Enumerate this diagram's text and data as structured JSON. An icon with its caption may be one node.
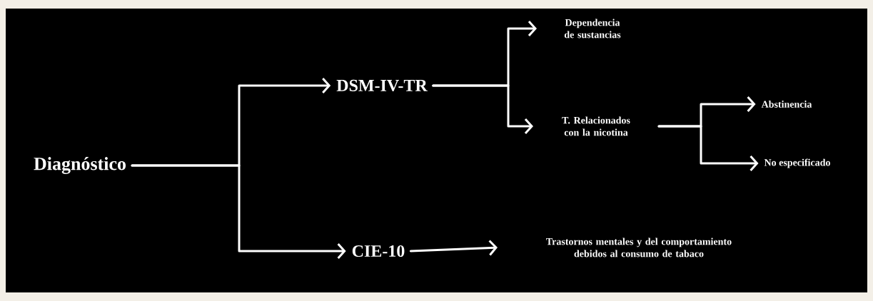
{
  "diagram": {
    "nodes": [
      {
        "text": [
          "Diagnóstico"
        ]
      },
      {
        "text": [
          "DSM-IV-TR"
        ]
      },
      {
        "text": [
          "CIE-10"
        ]
      },
      {
        "text": [
          "Dependencia de sustancias"
        ]
      },
      {
        "text": [
          "T. Relacionados con la nicotina"
        ]
      },
      {
        "text": [
          "Abstinencia"
        ]
      },
      {
        "text": [
          "No especificado"
        ]
      },
      {
        "text": [
          "Trastornos mentales y del comportamiento debidos al consumo de tabaco"
        ]
      }
    ],
    "edges": [
      {
        "from": 0,
        "to": 1,
        "arrow": "to"
      },
      {
        "from": 0,
        "to": 2,
        "arrow": "to"
      },
      {
        "from": 1,
        "to": 3,
        "arrow": "to"
      },
      {
        "from": 1,
        "to": 4,
        "arrow": "to"
      },
      {
        "from": 4,
        "to": 5,
        "arrow": "to"
      },
      {
        "from": 4,
        "to": 6,
        "arrow": "to"
      },
      {
        "from": 2,
        "to": 7,
        "arrow": "to"
      }
    ]
  }
}
